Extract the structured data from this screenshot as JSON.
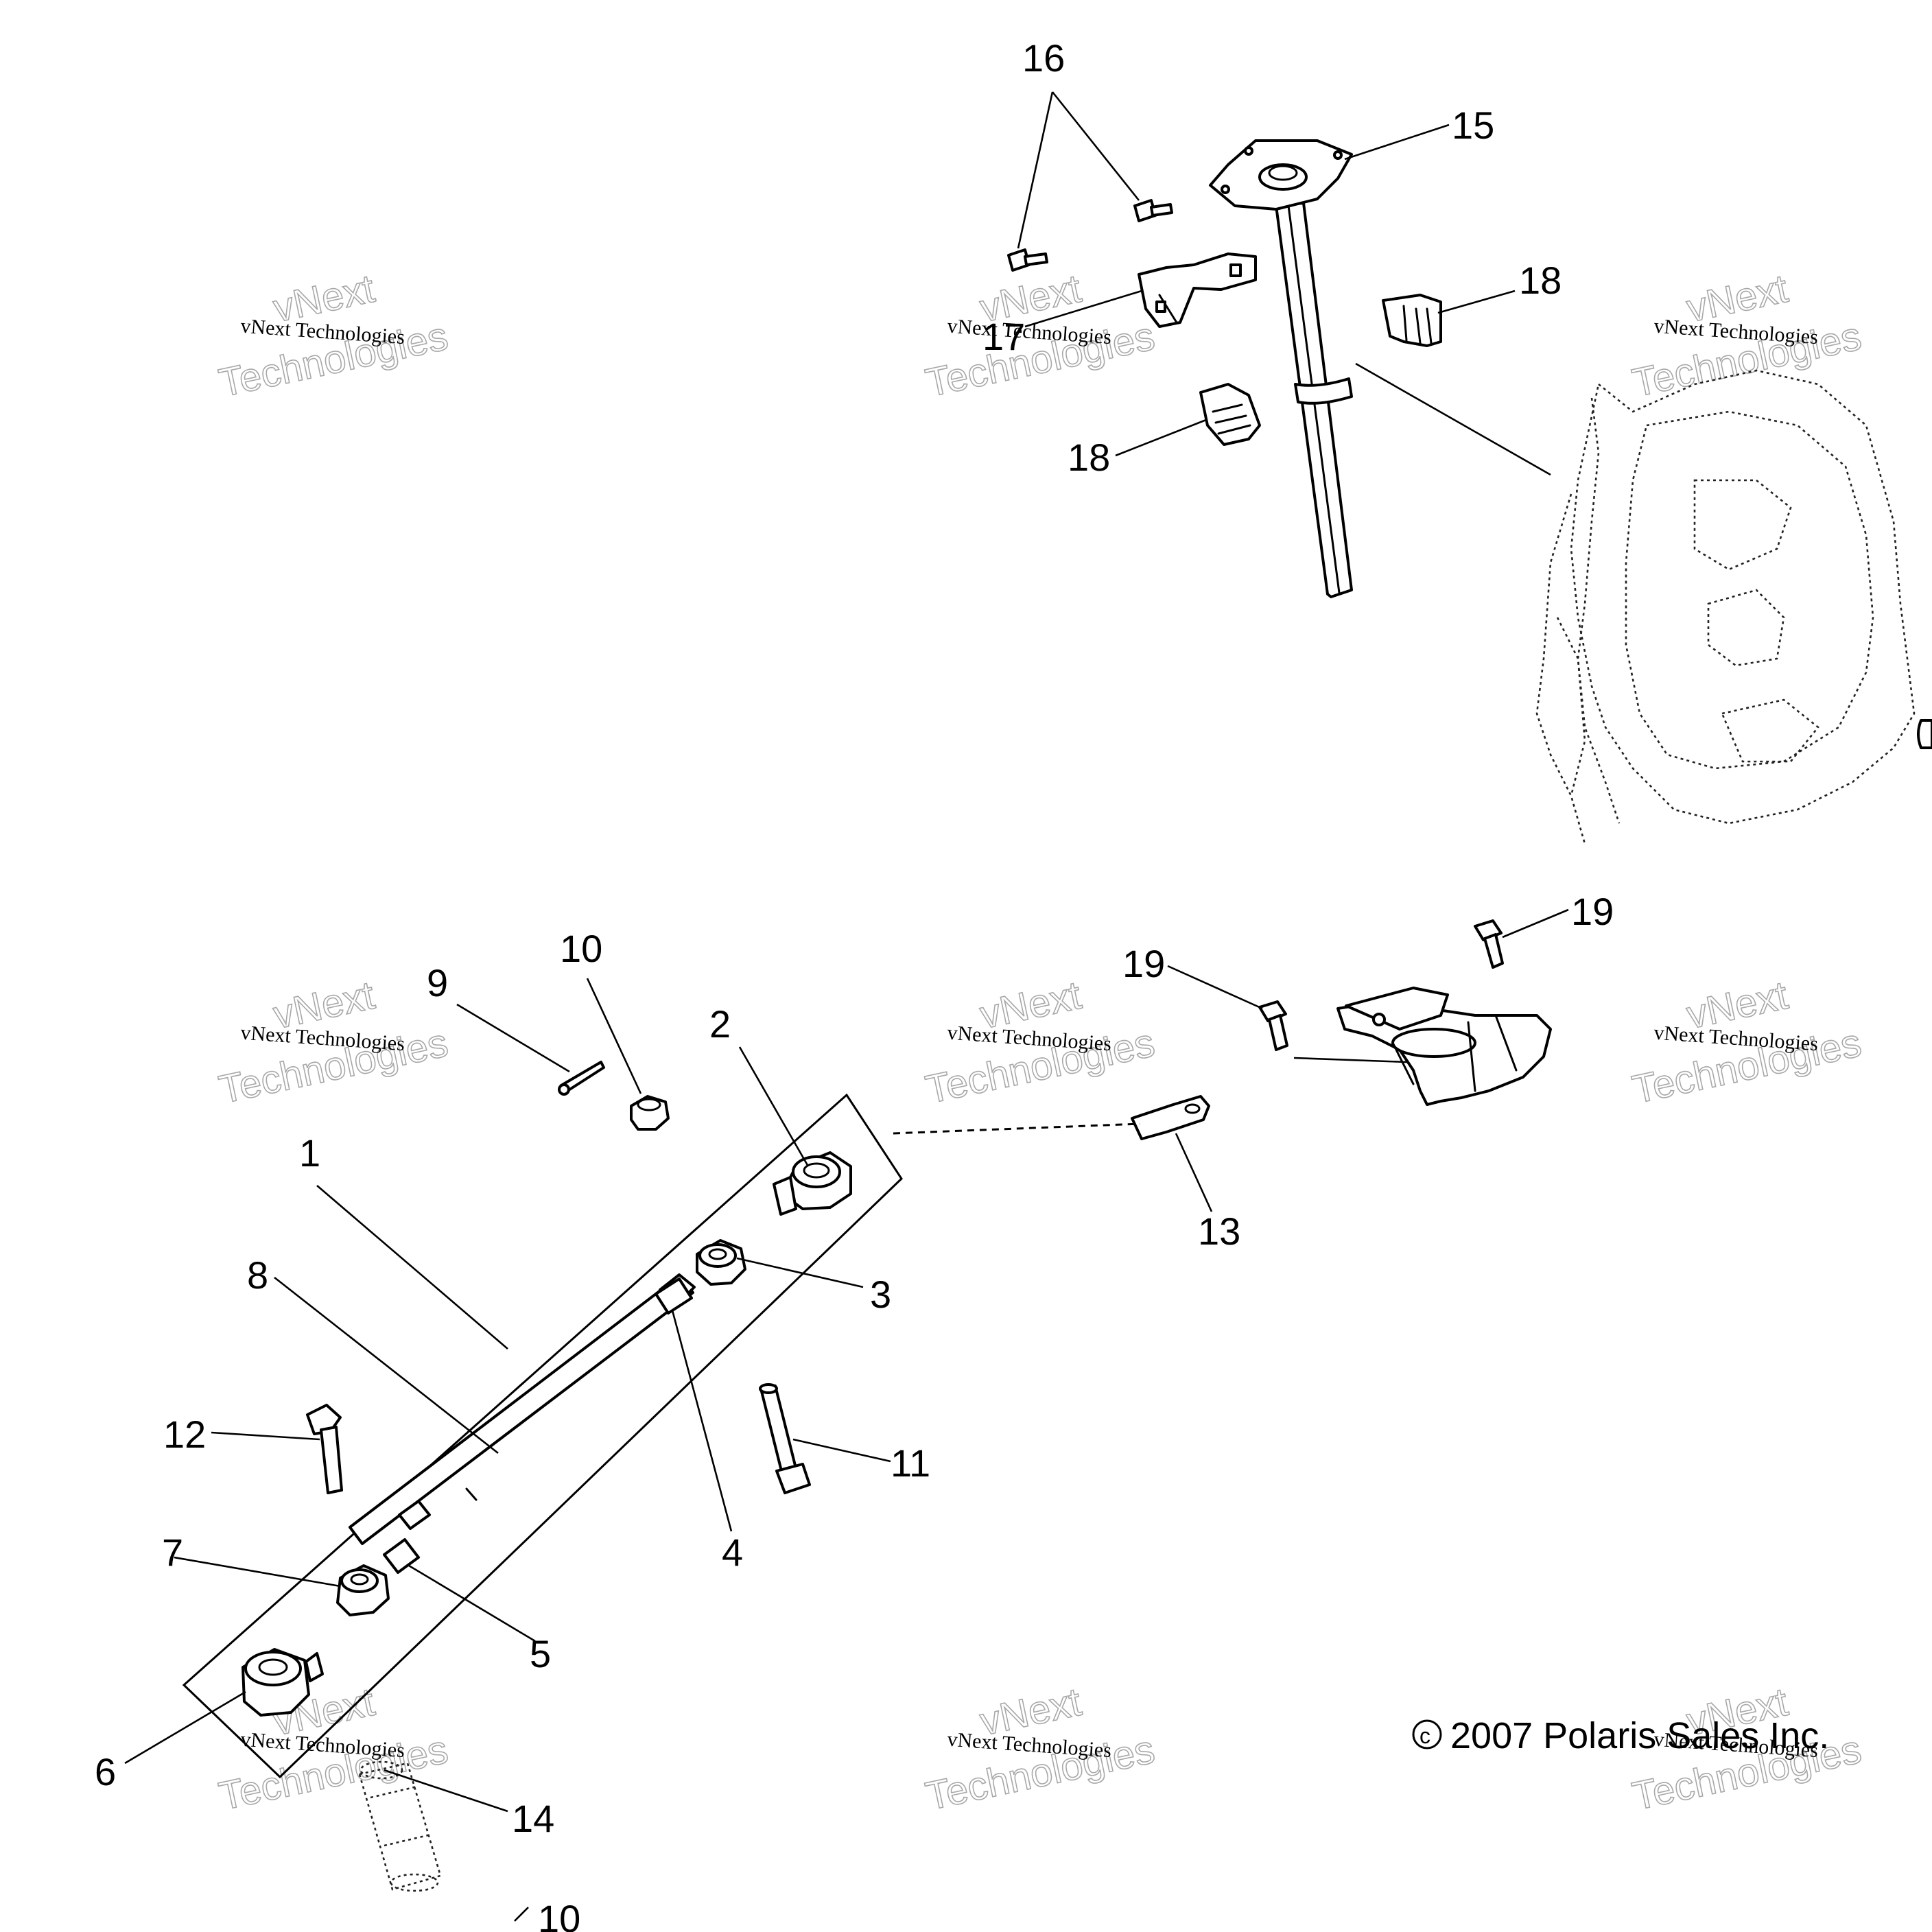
{
  "diagram": {
    "callouts": [
      "1",
      "2",
      "3",
      "4",
      "5",
      "6",
      "7",
      "8",
      "9",
      "10",
      "11",
      "12",
      "13",
      "14",
      "15",
      "16",
      "17",
      "18",
      "19"
    ],
    "extra_callouts": {
      "label_10_bottom": "10",
      "label_18_second": "18",
      "label_19_second": "19"
    },
    "copyright_symbol": "c",
    "copyright": "2007 Polaris Sales Inc.",
    "watermark": {
      "line1": "vNext",
      "line2": "Technologies",
      "small": "vNext Technologies"
    }
  }
}
